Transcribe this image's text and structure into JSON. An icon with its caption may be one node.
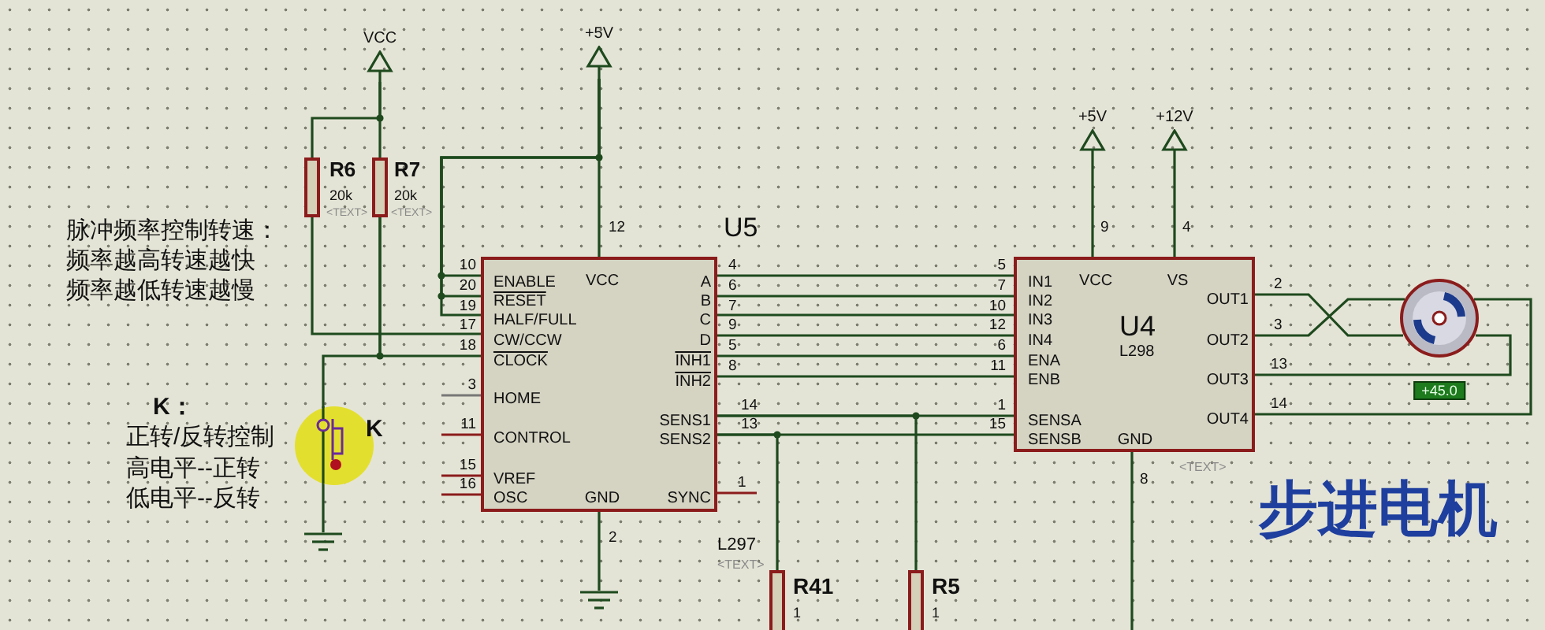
{
  "diagram": {
    "nodes": [
      {
        "text": [
          "VCC"
        ]
      },
      {
        "text": [
          "+5V"
        ]
      },
      {
        "text": [
          "+5V"
        ]
      },
      {
        "text": [
          "+12V"
        ]
      },
      {
        "text": [],
        "shape": "box",
        "beside": [
          "R6",
          "20k",
          "<TEXT>"
        ]
      },
      {
        "text": [],
        "shape": "box",
        "beside": [
          "R7",
          "20k",
          "<TEXT>"
        ]
      },
      {
        "text": [
          "U5",
          "ENABLE",
          "RESET",
          "HALF/FULL",
          "CW/CCW",
          "CLOCK",
          "HOME",
          "CONTROL",
          "VREF",
          "OSC",
          "VCC",
          "GND",
          "A",
          "B",
          "C",
          "D",
          "INH1",
          "INH2",
          "SENS1",
          "SENS2",
          "SYNC"
        ],
        "beside": [
          "10",
          "20",
          "19",
          "17",
          "18",
          "3",
          "11",
          "15",
          "16",
          "12",
          "2",
          "4",
          "6",
          "7",
          "9",
          "5",
          "8",
          "14",
          "13",
          "1",
          "L297",
          "<TEXT>"
        ]
      },
      {
        "text": [
          "U4",
          "L298",
          "IN1",
          "IN2",
          "IN3",
          "IN4",
          "ENA",
          "ENB",
          "SENSA",
          "SENSB",
          "VCC",
          "VS",
          "GND",
          "OUT1",
          "OUT2",
          "OUT3",
          "OUT4"
        ],
        "beside": [
          "5",
          "7",
          "10",
          "12",
          "6",
          "11",
          "1",
          "15",
          "9",
          "4",
          "2",
          "3",
          "13",
          "14",
          "8",
          "<TEXT>"
        ]
      },
      {
        "text": [],
        "shape": "circle",
        "beside": [
          "+45.0"
        ]
      },
      {
        "text": [],
        "shape": "circle",
        "beside": [
          "K"
        ]
      },
      {
        "text": [],
        "shape": "ground"
      },
      {
        "text": [],
        "shape": "ground"
      },
      {
        "text": [],
        "shape": "box",
        "beside": [
          "R41",
          "1"
        ]
      },
      {
        "text": [],
        "shape": "box",
        "beside": [
          "R5",
          "1"
        ]
      }
    ],
    "edges": [
      {
        "from": 0,
        "to": 4,
        "arrow": "none"
      },
      {
        "from": 0,
        "to": 5,
        "arrow": "none"
      },
      {
        "from": 4,
        "to": 6,
        "arrow": "none"
      },
      {
        "from": 5,
        "to": 6,
        "arrow": "none"
      },
      {
        "from": 5,
        "to": 9,
        "arrow": "none"
      },
      {
        "from": 9,
        "to": 10,
        "arrow": "none"
      },
      {
        "from": 1,
        "to": 6,
        "arrow": "none"
      },
      {
        "from": 1,
        "to": 6,
        "arrow": "none"
      },
      {
        "from": 1,
        "to": 6,
        "arrow": "none"
      },
      {
        "from": 1,
        "to": 6,
        "arrow": "none"
      },
      {
        "from": 6,
        "to": 7,
        "arrow": "none"
      },
      {
        "from": 6,
        "to": 7,
        "arrow": "none"
      },
      {
        "from": 6,
        "to": 7,
        "arrow": "none"
      },
      {
        "from": 6,
        "to": 7,
        "arrow": "none"
      },
      {
        "from": 6,
        "to": 7,
        "arrow": "none"
      },
      {
        "from": 6,
        "to": 7,
        "arrow": "none"
      },
      {
        "from": 6,
        "to": 7,
        "arrow": "none"
      },
      {
        "from": 6,
        "to": 7,
        "arrow": "none"
      },
      {
        "from": 6,
        "to": 13,
        "arrow": "none"
      },
      {
        "from": 6,
        "to": 12,
        "arrow": "none"
      },
      {
        "from": 2,
        "to": 7,
        "arrow": "none"
      },
      {
        "from": 3,
        "to": 7,
        "arrow": "none"
      },
      {
        "from": 7,
        "to": 8,
        "arrow": "none"
      },
      {
        "from": 7,
        "to": 8,
        "arrow": "none"
      },
      {
        "from": 7,
        "to": 8,
        "arrow": "none"
      },
      {
        "from": 7,
        "to": 8,
        "arrow": "none"
      },
      {
        "from": 6,
        "to": 11,
        "arrow": "none"
      }
    ],
    "labels": [
      "脉冲频率控制转速：",
      "频率越高转速越快",
      "频率越低转速越慢",
      "K：",
      "正转/反转控制",
      "高电平--正转",
      "低电平--反转",
      "步进电机"
    ]
  }
}
